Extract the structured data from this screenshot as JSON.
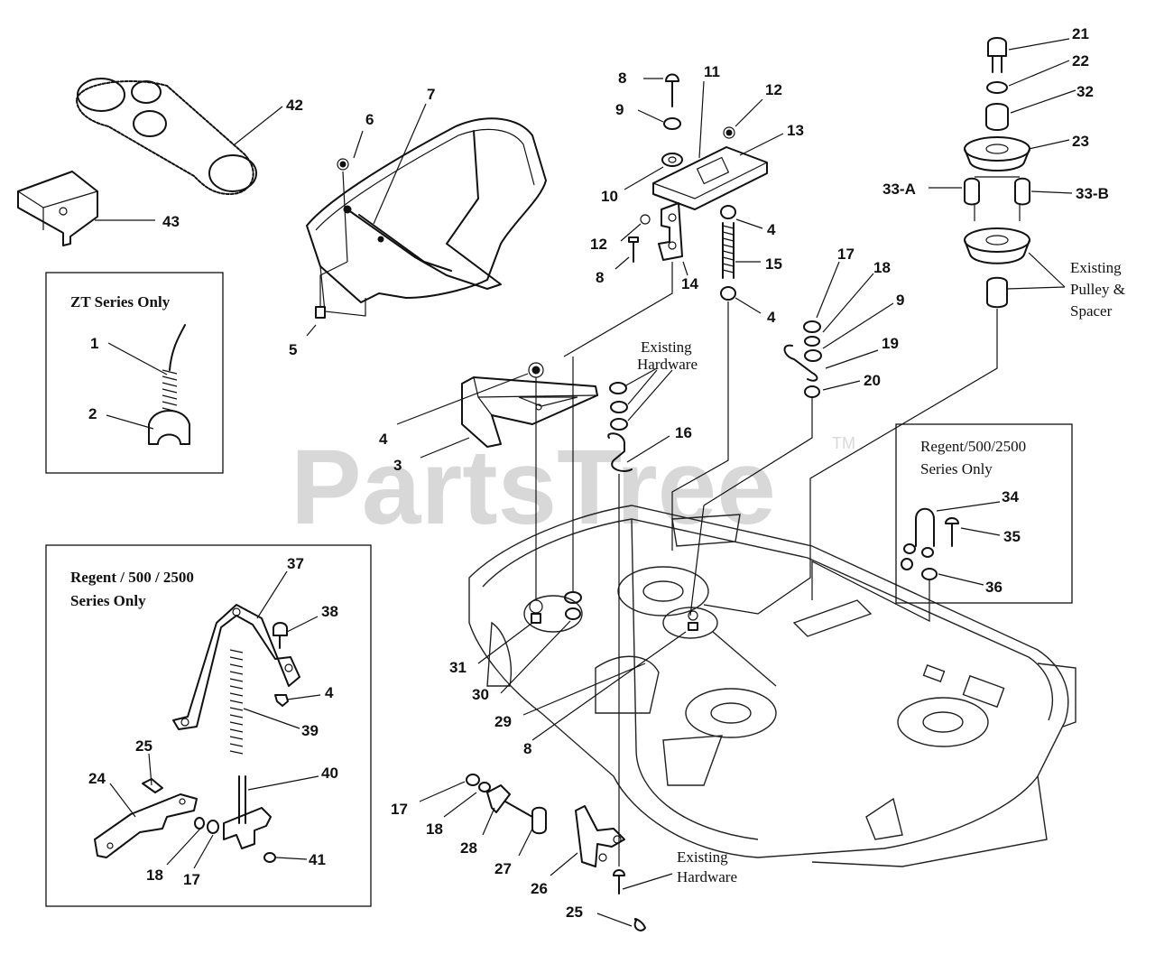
{
  "watermark": {
    "brand": "PartsTree",
    "tm": "TM"
  },
  "notes": {
    "zt_series_only": "ZT Series Only",
    "regent_box_left_line1": "Regent / 500 / 2500",
    "regent_box_left_line2": "Series Only",
    "regent_box_right_line1": "Regent/500/2500",
    "regent_box_right_line2": "Series Only",
    "existing_hardware_top_line1": "Existing",
    "existing_hardware_top_line2": "Hardware",
    "existing_hardware_bottom_line1": "Existing",
    "existing_hardware_bottom_line2": "Hardware",
    "existing_pulley_line1": "Existing",
    "existing_pulley_line2": "Pulley &",
    "existing_pulley_line3": "Spacer"
  },
  "callouts": {
    "c1": "1",
    "c2": "2",
    "c3": "3",
    "c4a": "4",
    "c4b": "4",
    "c4c": "4",
    "c4d": "4",
    "c5": "5",
    "c6": "6",
    "c7": "7",
    "c8a": "8",
    "c8b": "8",
    "c8c": "8",
    "c9a": "9",
    "c9b": "9",
    "c10": "10",
    "c11": "11",
    "c12a": "12",
    "c12b": "12",
    "c13": "13",
    "c14": "14",
    "c15": "15",
    "c16": "16",
    "c17a": "17",
    "c17b": "17",
    "c17c": "17",
    "c18a": "18",
    "c18b": "18",
    "c18c": "18",
    "c19": "19",
    "c20": "20",
    "c21": "21",
    "c22": "22",
    "c23": "23",
    "c24": "24",
    "c25a": "25",
    "c25b": "25",
    "c26": "26",
    "c27": "27",
    "c28": "28",
    "c29": "29",
    "c30": "30",
    "c31": "31",
    "c32": "32",
    "c33a": "33-A",
    "c33b": "33-B",
    "c34": "34",
    "c35": "35",
    "c36": "36",
    "c37": "37",
    "c38": "38",
    "c39": "39",
    "c40": "40",
    "c41": "41",
    "c42": "42",
    "c43": "43"
  }
}
